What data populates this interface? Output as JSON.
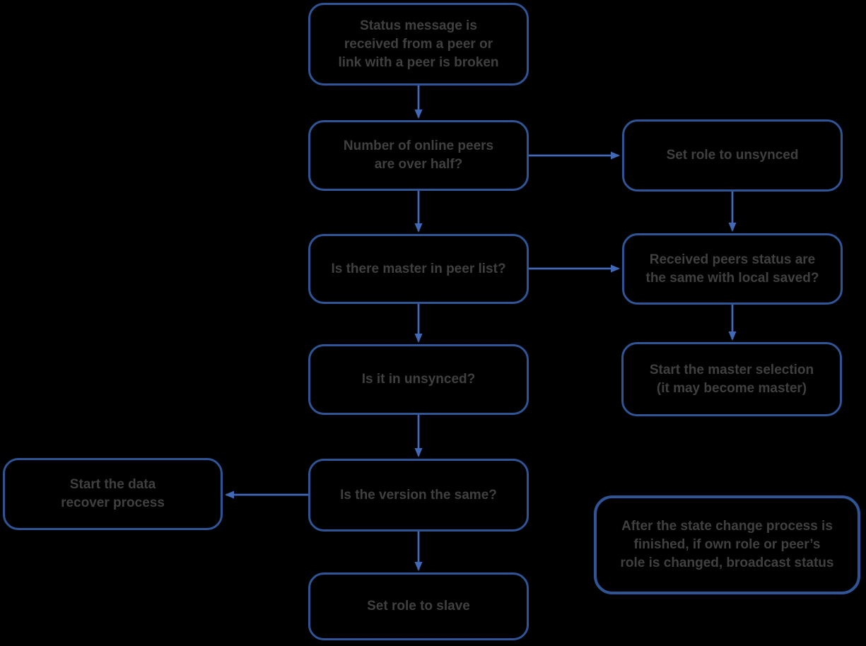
{
  "canvas": {
    "background": "#000000"
  },
  "colors": {
    "box_border": "#2F5597",
    "arrow": "#4169B8",
    "text": "#404040"
  },
  "nodes": {
    "start": {
      "label": "Status message is\nreceived from a peer or\nlink with a peer is broken"
    },
    "peers_over_half": {
      "label": "Number of online peers\nare over half?"
    },
    "set_role_unsynced": {
      "label": "Set role to unsynced"
    },
    "master_in_peer_list": {
      "label": "Is there master in peer list?"
    },
    "peers_status_same": {
      "label": "Received peers status are\nthe same with local saved?"
    },
    "in_unsynced": {
      "label": "Is it in unsynced?"
    },
    "master_selection": {
      "label": "Start the master selection\n(it may become master)"
    },
    "version_same": {
      "label": "Is the version the same?"
    },
    "data_recover": {
      "label": "Start the data\nrecover process"
    },
    "set_role_slave": {
      "label": "Set role to slave"
    },
    "broadcast_note": {
      "label": "After the state change process is\nfinished, if own role or peer’s\nrole is changed, broadcast status"
    }
  },
  "edges": [
    {
      "from": "start",
      "to": "peers_over_half"
    },
    {
      "from": "peers_over_half",
      "to": "set_role_unsynced"
    },
    {
      "from": "peers_over_half",
      "to": "master_in_peer_list"
    },
    {
      "from": "set_role_unsynced",
      "to": "peers_status_same"
    },
    {
      "from": "master_in_peer_list",
      "to": "peers_status_same"
    },
    {
      "from": "master_in_peer_list",
      "to": "in_unsynced"
    },
    {
      "from": "peers_status_same",
      "to": "master_selection"
    },
    {
      "from": "in_unsynced",
      "to": "version_same"
    },
    {
      "from": "version_same",
      "to": "data_recover"
    },
    {
      "from": "version_same",
      "to": "set_role_slave"
    }
  ]
}
